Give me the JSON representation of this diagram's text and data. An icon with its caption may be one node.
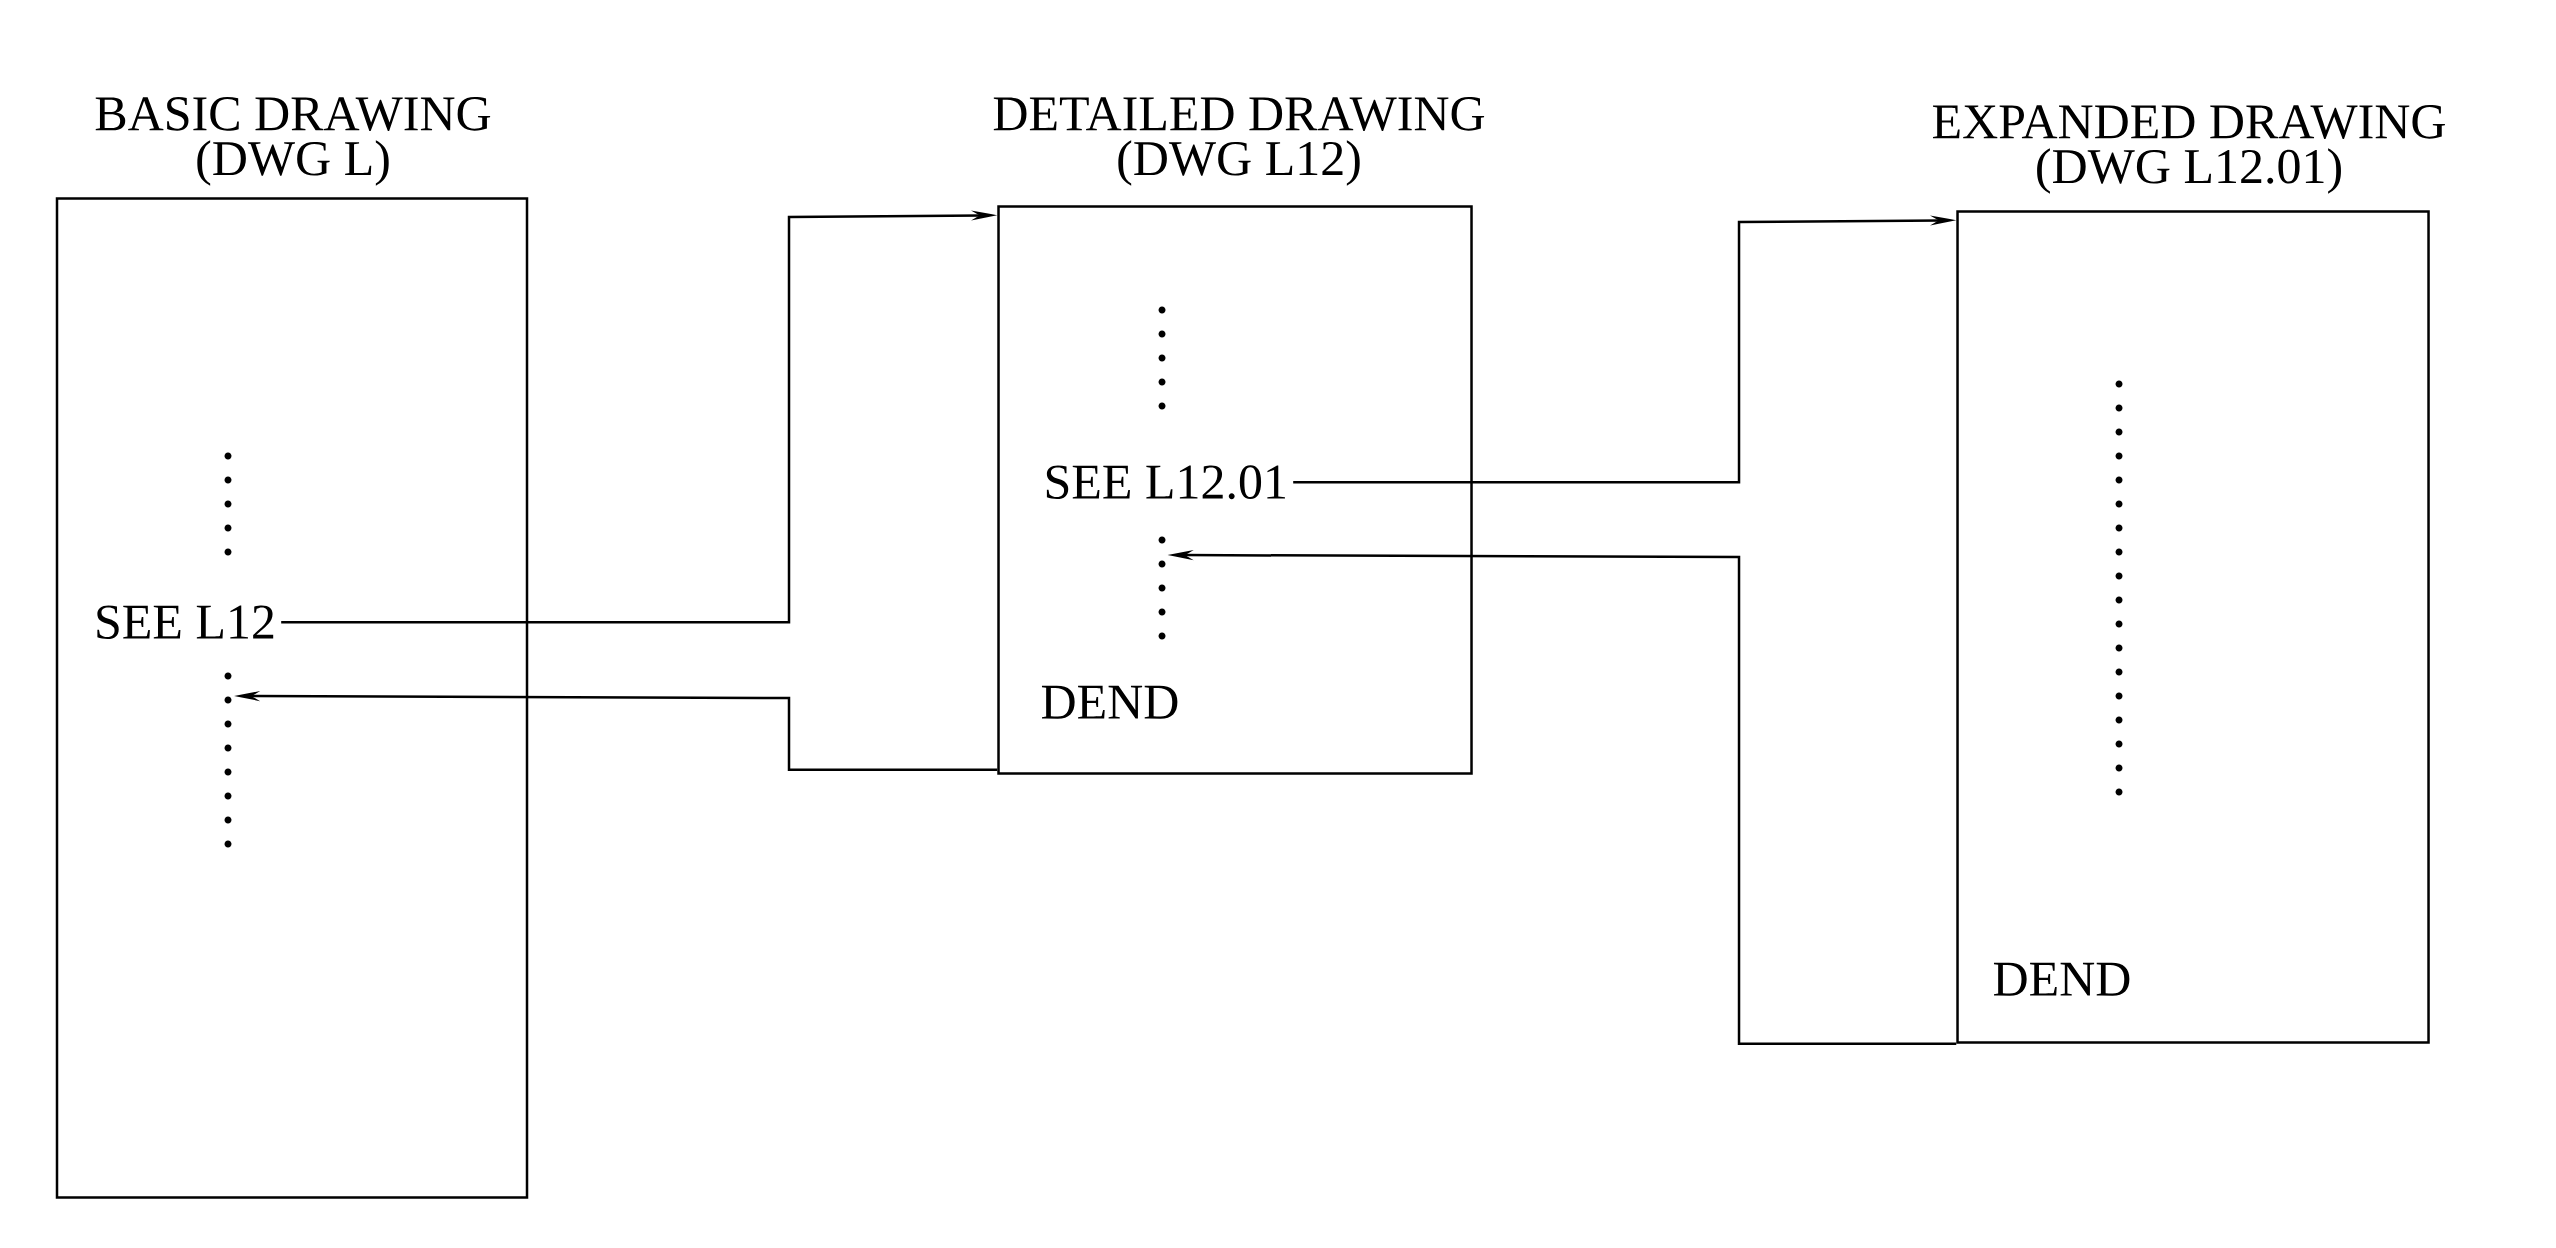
{
  "diagram": {
    "nodes": [
      {
        "text": [
          "BASIC DRAWING",
          "(DWG L)"
        ]
      },
      {
        "text": [
          "SEE L12"
        ],
        "in": 0
      },
      {
        "text": [],
        "shape": "dots",
        "in": 0
      },
      {
        "text": [
          "DETAILED DRAWING",
          "(DWG L12)"
        ]
      },
      {
        "text": [
          "SEE L12.01"
        ],
        "in": 3
      },
      {
        "text": [],
        "shape": "dots",
        "in": 3
      },
      {
        "text": [
          "DEND"
        ],
        "in": 3
      },
      {
        "text": [
          "EXPANDED DRAWING",
          "(DWG L12.01)"
        ]
      },
      {
        "text": [
          "DEND"
        ],
        "in": 7
      }
    ],
    "edges": [
      {
        "from": 1,
        "to": 3,
        "arrow": "to"
      },
      {
        "from": 3,
        "to": 2,
        "arrow": "to"
      },
      {
        "from": 4,
        "to": 7,
        "arrow": "to"
      },
      {
        "from": 7,
        "to": 5,
        "arrow": "to"
      }
    ]
  }
}
